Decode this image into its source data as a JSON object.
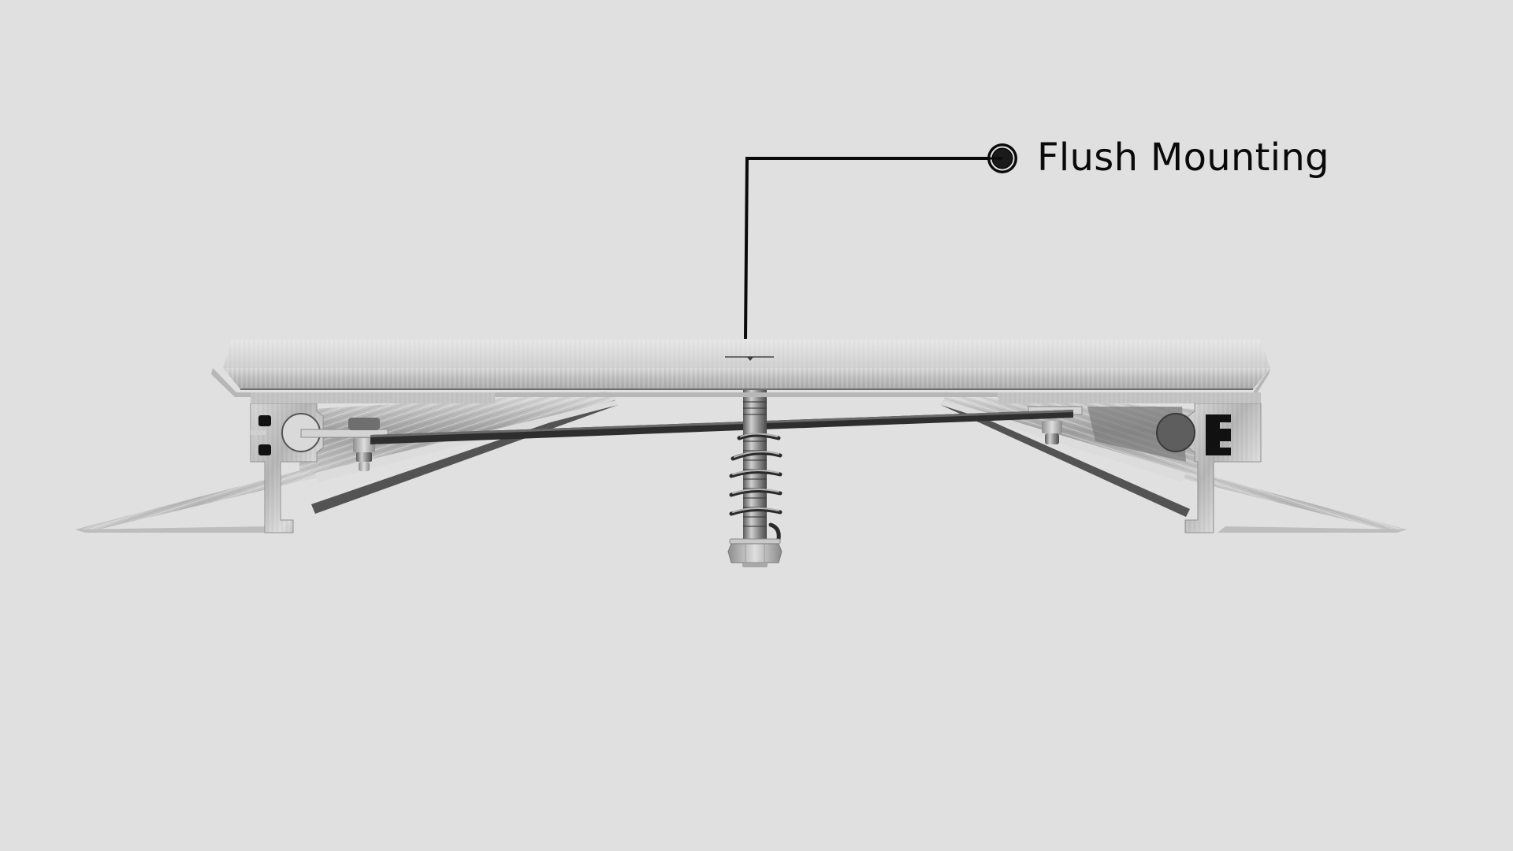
{
  "diagram": {
    "subject": "Aluminium access cover / expansion joint cross-section",
    "background_color": "#e0e0e0",
    "callouts": [
      {
        "label": "Flush Mounting",
        "marker": "filled-circle-with-ring",
        "line_color": "#0a0a0a",
        "anchor": "top-center-of-cover-plate"
      }
    ],
    "components": [
      {
        "name": "cover-plate",
        "material_color": "#c9c9c9"
      },
      {
        "name": "left-frame-profile",
        "material_color": "#bdbdbd"
      },
      {
        "name": "right-frame-profile",
        "material_color": "#bdbdbd"
      },
      {
        "name": "left-base-flange",
        "material_color": "#c4c4c4"
      },
      {
        "name": "right-base-flange",
        "material_color": "#c4c4c4"
      },
      {
        "name": "tension-rod",
        "material_color": "#2f2f2f"
      },
      {
        "name": "center-spring-bolt",
        "material_color": "#8a8a8a"
      },
      {
        "name": "hex-nut",
        "material_color": "#b0b0b0"
      }
    ]
  }
}
